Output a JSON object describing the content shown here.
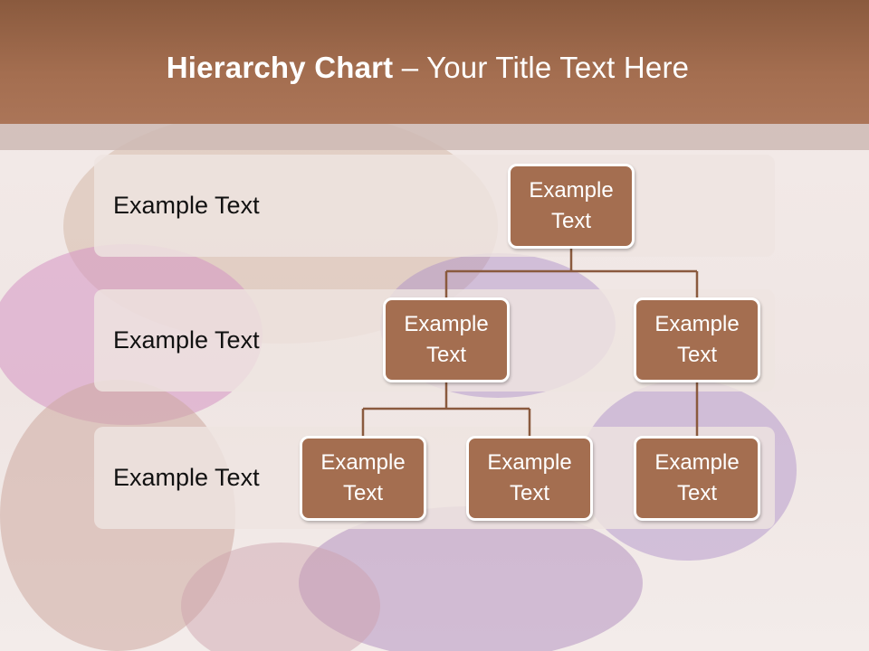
{
  "title": {
    "bold": "Hierarchy Chart",
    "rest": " – Your Title Text Here"
  },
  "levels": [
    {
      "label": "Example Text"
    },
    {
      "label": "Example Text"
    },
    {
      "label": "Example Text"
    }
  ],
  "nodes": {
    "root": "Example Text",
    "level2_left": "Example Text",
    "level2_right": "Example Text",
    "level3_a": "Example Text",
    "level3_b": "Example Text",
    "level3_c": "Example Text"
  },
  "colors": {
    "accent": "#a46e50",
    "header": "#9a6548",
    "connector": "#8a5a3e"
  }
}
